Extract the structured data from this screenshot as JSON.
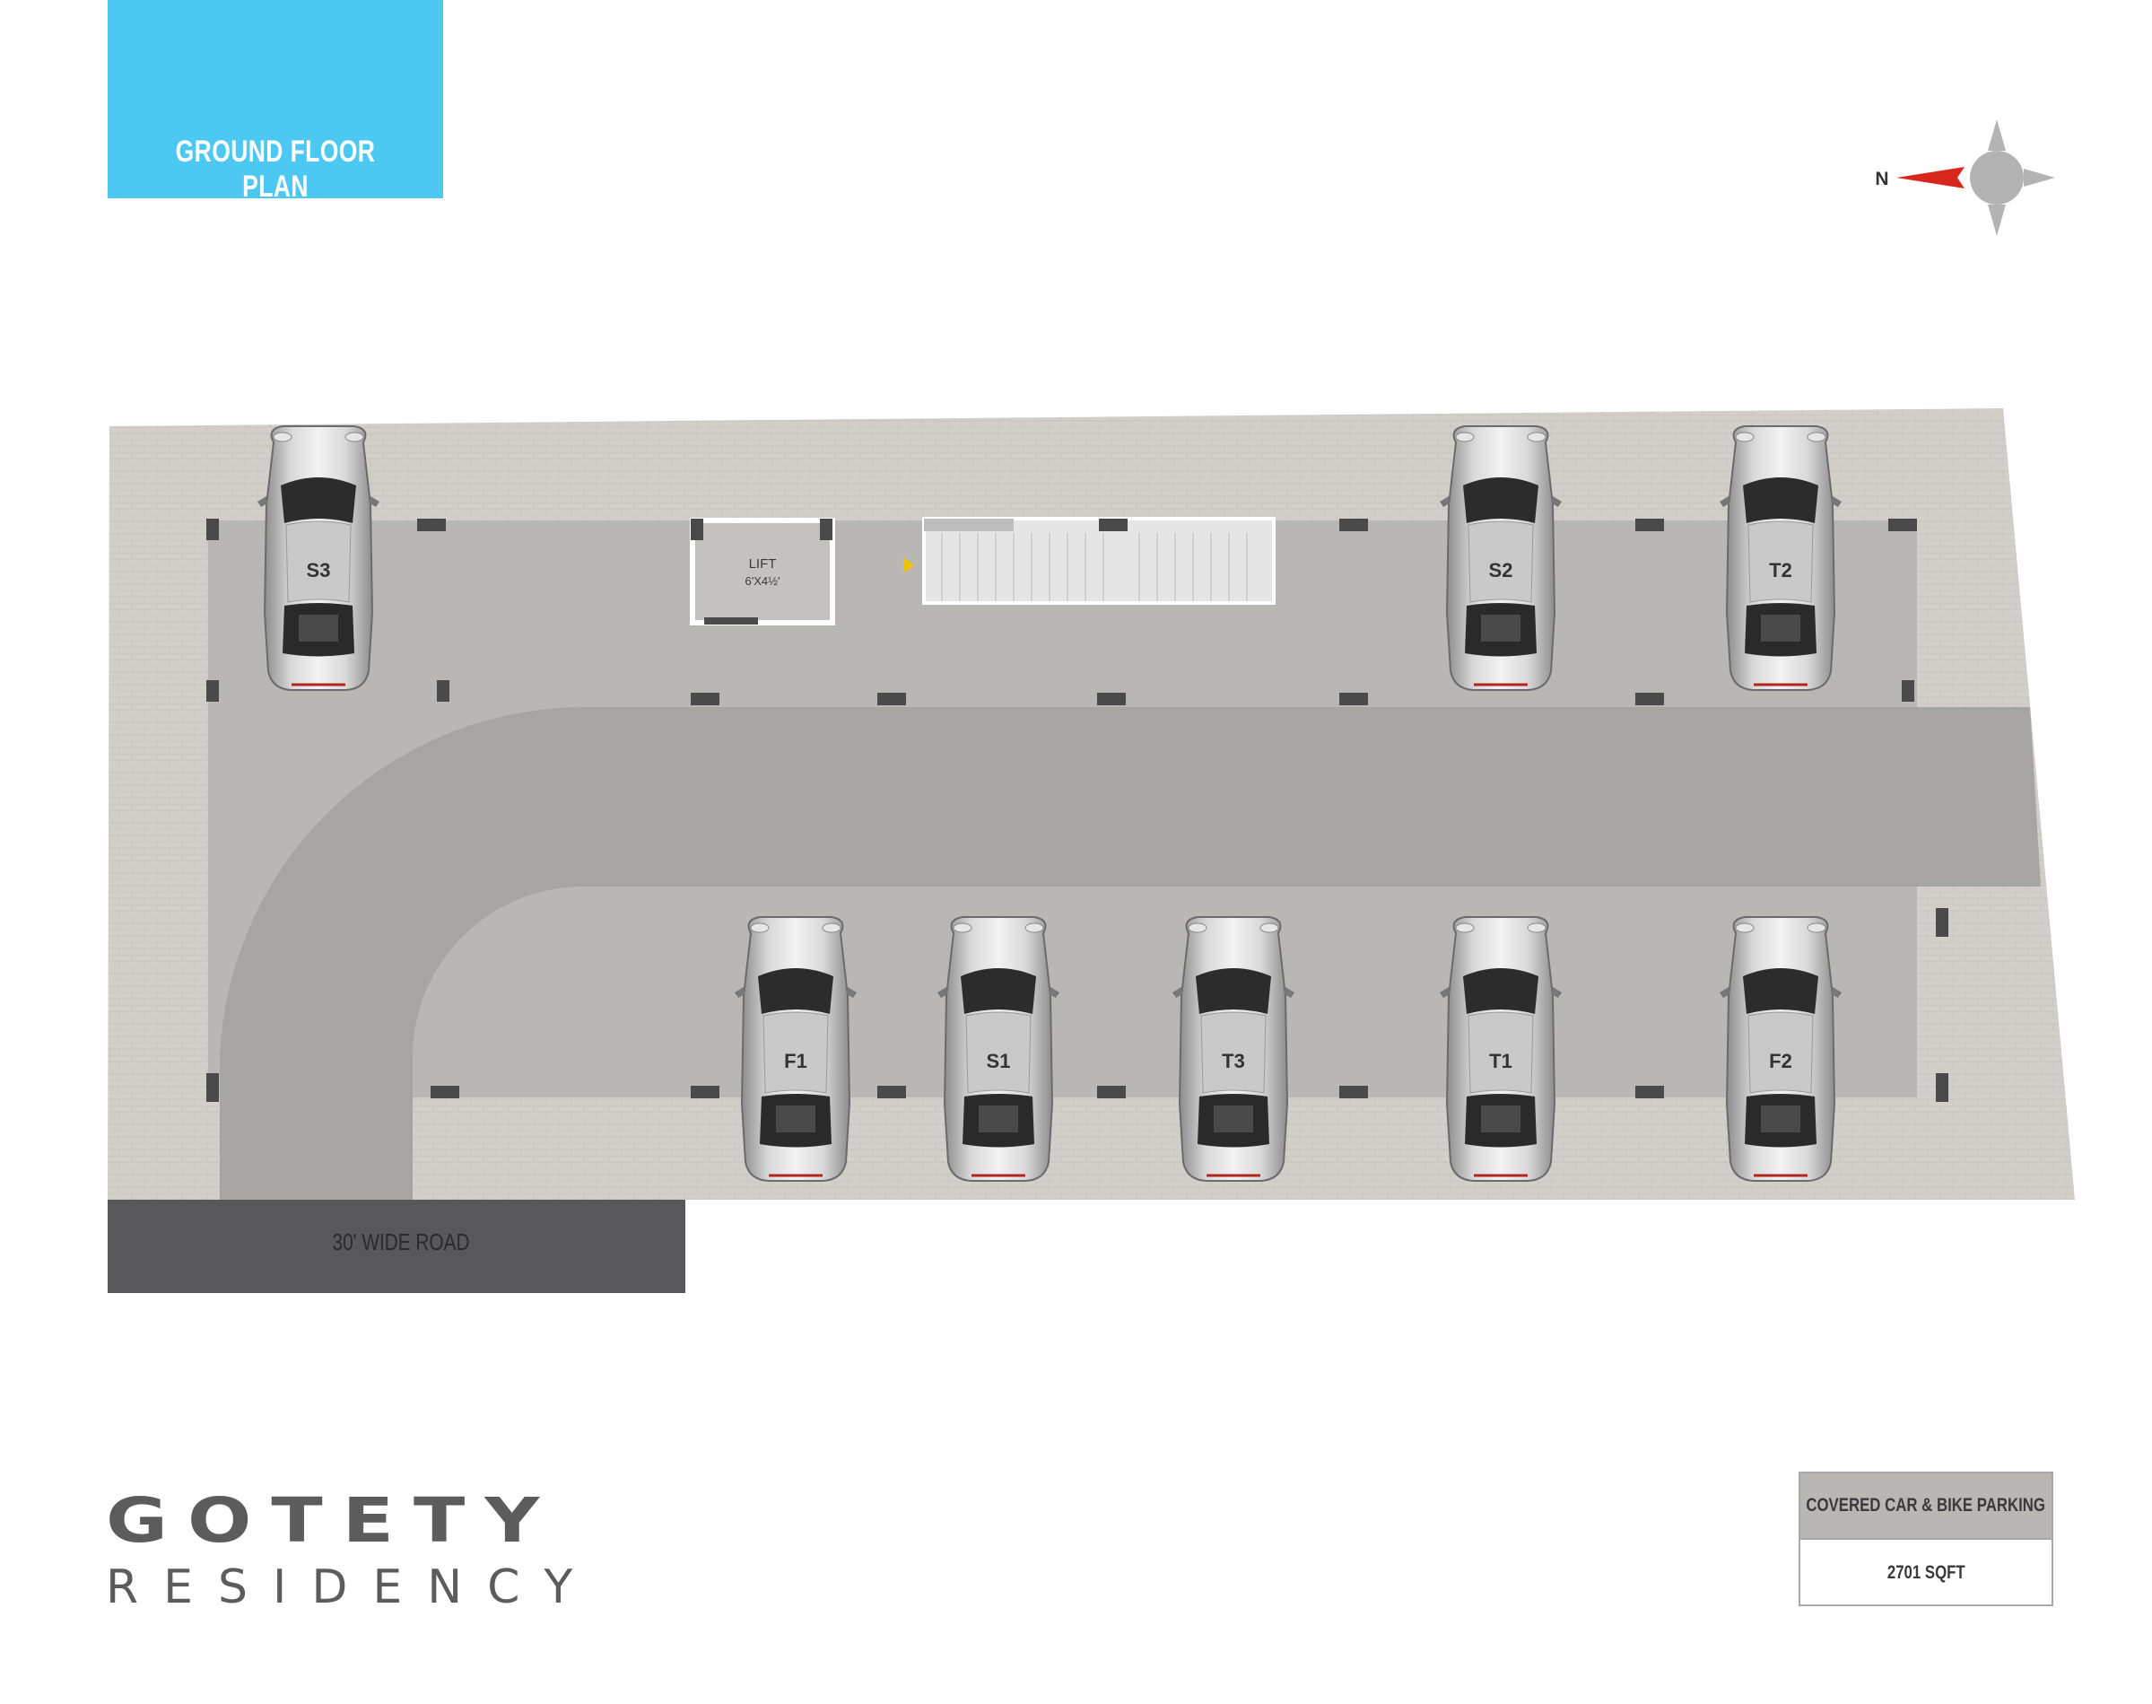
{
  "title": "GROUND FLOOR PLAN",
  "compass": {
    "north_label": "N",
    "accent": "#d9261c"
  },
  "plan": {
    "lift": {
      "label": "LIFT",
      "size": "6'X4½'"
    },
    "road_label": "30' WIDE ROAD",
    "parking_slots": [
      {
        "id": "S3"
      },
      {
        "id": "S2"
      },
      {
        "id": "T2"
      },
      {
        "id": "F1"
      },
      {
        "id": "S1"
      },
      {
        "id": "T3"
      },
      {
        "id": "T1"
      },
      {
        "id": "F2"
      }
    ]
  },
  "brand": {
    "name": "GOTETY",
    "subtitle": "RESIDENCY"
  },
  "info": {
    "heading": "COVERED CAR & BIKE PARKING",
    "area": "2701 SQFT"
  },
  "colors": {
    "title_bg": "#4cc8f2",
    "paver": "#d2cfcb",
    "slab": "#b9b7b4",
    "driveway": "#a7a5a2",
    "road": "#58585a",
    "column": "#4a4a4a"
  }
}
